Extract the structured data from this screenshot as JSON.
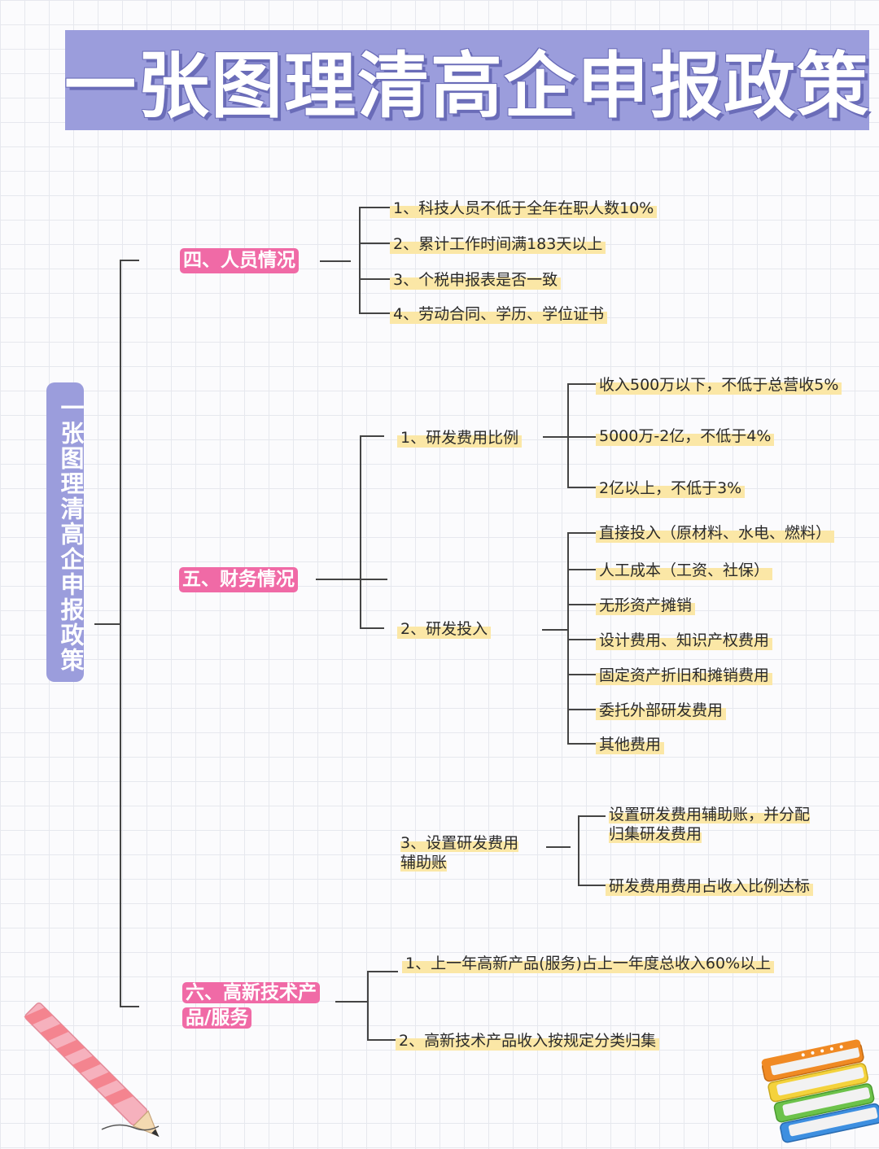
{
  "title": "一张图理清高企申报政策",
  "root_label": "一张图理清高企申报政策",
  "colors": {
    "title_bg": "#9b9ddc",
    "category_bg": "#f06aa6",
    "leaf_highlight": "#fbe7a6",
    "line": "#444444"
  },
  "sections": [
    {
      "label": "四、人员情况",
      "items": [
        "1、科技人员不低于全年在职人数10%",
        "2、累计工作时间满183天以上",
        "3、个税申报表是否一致",
        "4、劳动合同、学历、学位证书"
      ]
    },
    {
      "label": "五、财务情况",
      "groups": [
        {
          "label": "1、研发费用比例",
          "items": [
            "收入500万以下，不低于总营收5%",
            "5000万-2亿，不低于4%",
            "2亿以上，不低于3%"
          ]
        },
        {
          "label": "2、研发投入",
          "items": [
            "直接投入（原材料、水电、燃料）",
            "人工成本（工资、社保）",
            "无形资产摊销",
            "设计费用、知识产权费用",
            "固定资产折旧和摊销费用",
            "委托外部研发费用",
            "其他费用"
          ]
        },
        {
          "label_lines": [
            "3、设置研发费用",
            "辅助账"
          ],
          "items": [
            {
              "lines": [
                "设置研发费用辅助账，并分配",
                "归集研发费用"
              ]
            },
            {
              "lines": [
                "研发费用费用占收入比例达标"
              ]
            }
          ]
        }
      ]
    },
    {
      "label_lines": [
        "六、高新技术产",
        "品/服务"
      ],
      "items": [
        "1、上一年高新产品(服务)占上一年度总收入60%以上",
        "2、高新技术产品收入按规定分类归集"
      ]
    }
  ],
  "decorations": [
    "pencil-icon",
    "books-icon"
  ]
}
